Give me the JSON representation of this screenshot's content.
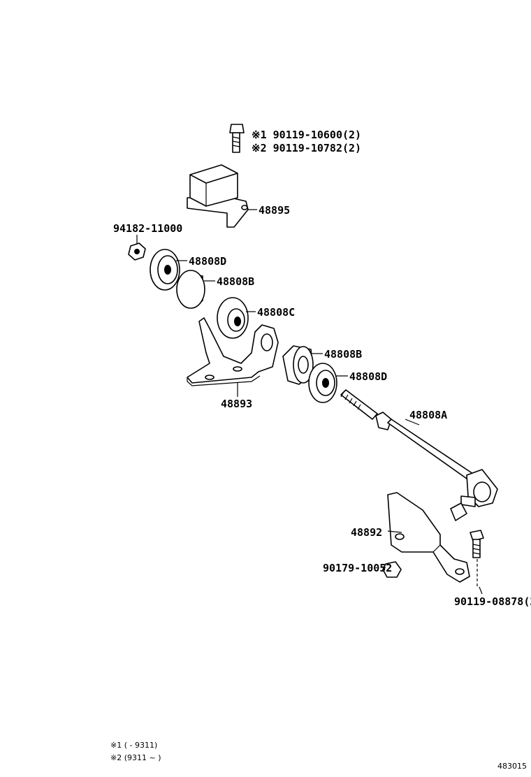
{
  "labels": {
    "bolt_note1": "※1 90119-10600(2)",
    "bolt_note2": "※2 90119-10782(2)",
    "weight": "48895",
    "nut": "94182-11000",
    "cushion_d_upper": "48808D",
    "cushion_b_upper": "48808B",
    "cushion_c": "48808C",
    "cushion_b_lower": "48808B",
    "cushion_d_lower": "48808D",
    "bracket_upper": "48893",
    "link_rod": "48808A",
    "bracket_lower": "48892",
    "nut_lower": "90179-10052",
    "bolt_lower": "90119-08878(2"
  },
  "footnotes": {
    "note1": "※1 (      - 9311)",
    "note2": "※2 (9311 ~       )"
  },
  "diagram_id": "483015"
}
